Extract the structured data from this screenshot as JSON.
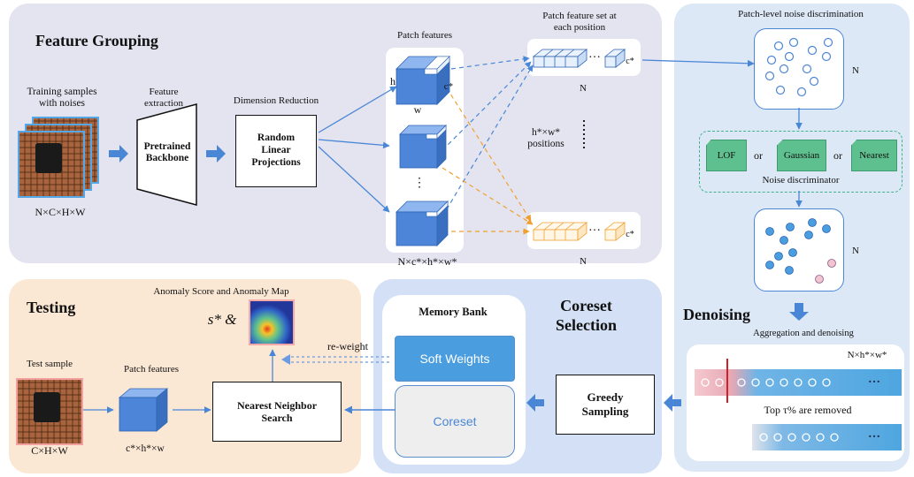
{
  "feature_grouping": {
    "title": "Feature Grouping",
    "training_label": "Training samples\nwith noises",
    "feature_extraction_label": "Feature\nextraction",
    "backbone_label": "Pretrained\nBackbone",
    "dim_reduction_label": "Dimension Reduction",
    "projection_label": "Random\nLinear\nProjections",
    "input_dims": "N×C×H×W",
    "patch_features_label": "Patch features",
    "dim_h": "h",
    "dim_w": "w",
    "dim_c": "c*",
    "patch_dims": "N×c*×h*×w*",
    "patch_set_label": "Patch feature set at\neach position",
    "positions_label": "h*×w*\npositions",
    "n_label": "N",
    "ellipsis": "…",
    "vdots": "⋮"
  },
  "noise_discrimination": {
    "title": "Patch-level noise discrimination",
    "n_label": "N",
    "options": [
      "LOF",
      "Gaussian",
      "Nearest"
    ],
    "or_label": "or",
    "discriminator_label": "Noise discriminator"
  },
  "denoising": {
    "title": "Denoising",
    "aggregation_label": "Aggregation and denoising",
    "bar_dims": "N×h*×w*",
    "removed_label": "Top τ%  are removed",
    "ellipsis": "…"
  },
  "coreset_selection": {
    "title": "Coreset\nSelection",
    "memory_bank_label": "Memory Bank",
    "soft_weights_label": "Soft Weights",
    "coreset_label": "Coreset",
    "greedy_label": "Greedy\nSampling"
  },
  "testing": {
    "title": "Testing",
    "score_map_label": "Anomaly Score and Anomaly Map",
    "score_symbol": "s* &",
    "reweight_label": "re-weight",
    "test_sample_label": "Test sample",
    "patch_features_label": "Patch features",
    "nn_label": "Nearest Neighbor\nSearch",
    "test_dims": "C×H×W",
    "patch_dims": "c*×h*×w"
  },
  "colors": {
    "grouping_panel": "#e3e4f0",
    "noise_panel": "#dde8f7",
    "coreset_panel": "#d3e0f5",
    "testing_panel": "#fbe8d4",
    "arrow_blue": "#4a86d6",
    "dash_orange": "#f0a030",
    "cube_blue": "#4d86d8"
  }
}
